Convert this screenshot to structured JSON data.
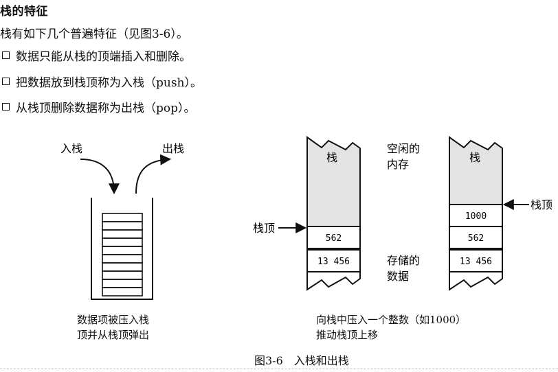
{
  "heading": "栈的特征",
  "intro": "栈有如下几个普遍特征（见图3-6）。",
  "bullets": [
    "数据只能从栈的顶端插入和删除。",
    "把数据放到栈顶称为入栈（push）。",
    "从栈顶删除数据称为出栈（pop）。"
  ],
  "figure": {
    "left": {
      "push_label": "入栈",
      "pop_label": "出栈",
      "caption_line1": "数据项被压入栈",
      "caption_line2": "顶并从栈顶弹出"
    },
    "middle_stack": {
      "top_label": "栈",
      "pointer_label": "栈顶",
      "cells": [
        "562",
        "13 456"
      ]
    },
    "annotations": {
      "free_line1": "空闲的",
      "free_line2": "内存",
      "stored_line1": "存储的",
      "stored_line2": "数据"
    },
    "right_stack": {
      "top_label": "栈",
      "pointer_label": "栈顶",
      "cells": [
        "1000",
        "562",
        "13 456"
      ]
    },
    "right_caption_line1": "向栈中压入一个整数（如1000）",
    "right_caption_line2": "推动栈顶上移",
    "figure_caption": "图3-6　入栈和出栈"
  },
  "colors": {
    "free_memory_fill": "#e3e3e3",
    "line": "#111111"
  }
}
